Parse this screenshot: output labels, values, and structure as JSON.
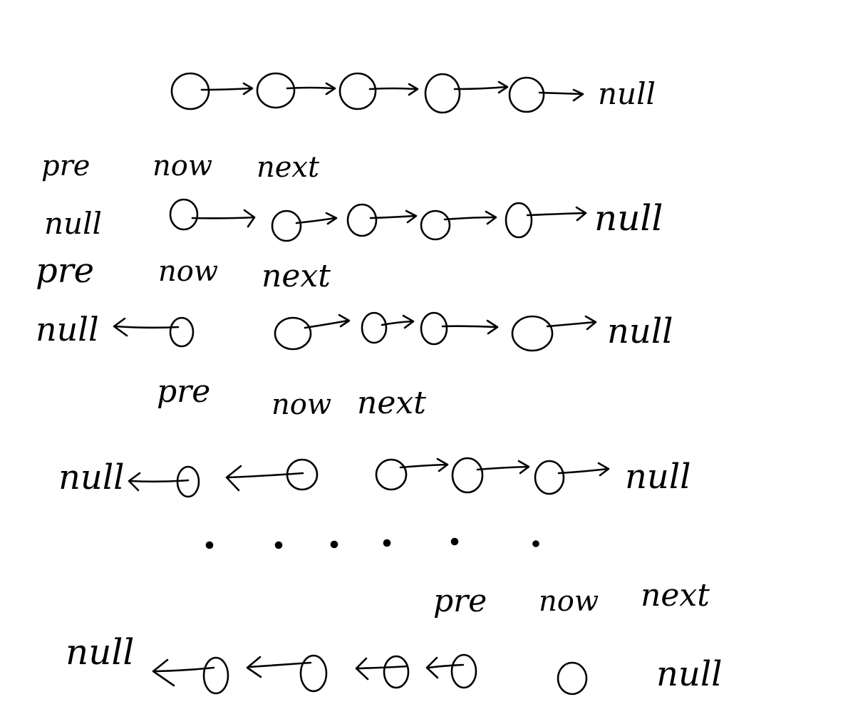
{
  "diagram": {
    "ink_color": "#000000",
    "background": "#ffffff",
    "rows": [
      {
        "id": "initial",
        "labels": [],
        "left_text": "",
        "nodes": 5,
        "reversed_links": 0,
        "right_text": "null"
      },
      {
        "id": "step-1",
        "labels": [
          "pre",
          "now",
          "next"
        ],
        "left_text": "null",
        "nodes": 5,
        "reversed_links": 0,
        "right_text": "null"
      },
      {
        "id": "step-2",
        "labels": [
          "pre",
          "now",
          "next"
        ],
        "left_text": "null",
        "nodes": 5,
        "reversed_links": 1,
        "right_text": "null"
      },
      {
        "id": "step-3",
        "labels": [
          "pre",
          "now",
          "next"
        ],
        "left_text": "null",
        "nodes": 5,
        "reversed_links": 2,
        "right_text": "null"
      },
      {
        "id": "final",
        "labels": [
          "pre",
          "now",
          "next"
        ],
        "left_text": "null",
        "nodes": 5,
        "reversed_links": 4,
        "right_text": "null"
      }
    ],
    "ellipsis_dots": 6
  }
}
